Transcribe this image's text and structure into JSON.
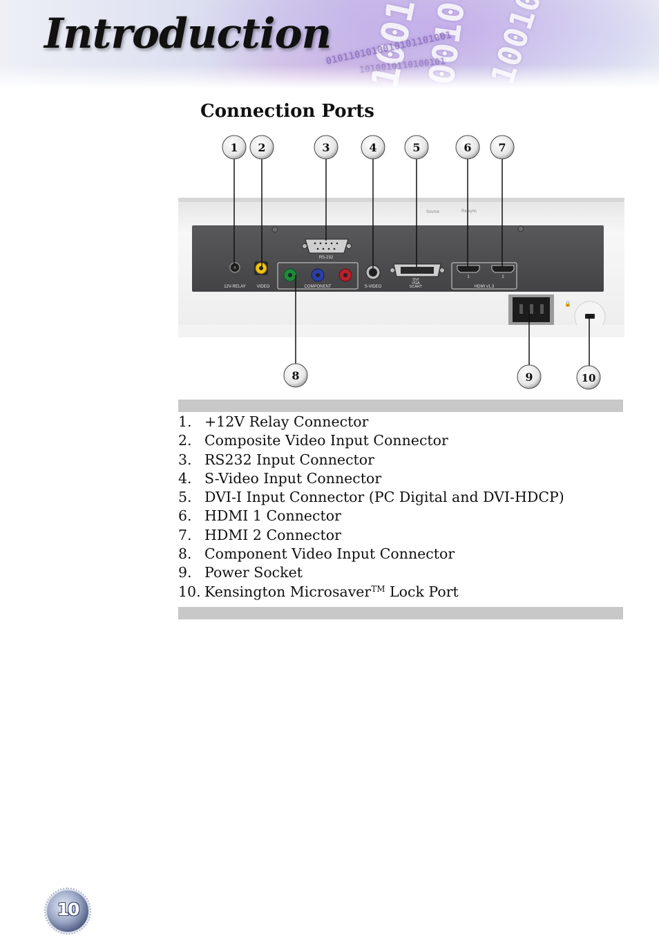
{
  "header": {
    "title": "Introduction"
  },
  "section": {
    "heading": "Connection Ports"
  },
  "panel_labels": {
    "relay": "12V-RELAY",
    "video": "VIDEO",
    "rs232": "RS-232",
    "component": "COMPONENT",
    "svideo": "S-VIDEO",
    "dvi_line1": "DVI",
    "dvi_line2": "VGA",
    "dvi_line3": "SCART",
    "hdmi1": "1",
    "hdmi2": "2",
    "hdmi_ver": "HDMI v1.3",
    "source": "Source",
    "resync": "Re-sync"
  },
  "callouts": [
    "1",
    "2",
    "3",
    "4",
    "5",
    "6",
    "7",
    "8",
    "9",
    "10"
  ],
  "ports": [
    {
      "num": "1.",
      "label": "+12V Relay Connector"
    },
    {
      "num": "2.",
      "label": "Composite Video Input Connector"
    },
    {
      "num": "3.",
      "label": "RS232 Input Connector"
    },
    {
      "num": "4.",
      "label": "S-Video Input Connector"
    },
    {
      "num": "5.",
      "label": "DVI-I Input Connector (PC Digital and DVI-HDCP)"
    },
    {
      "num": "6.",
      "label": "HDMI 1 Connector"
    },
    {
      "num": "7.",
      "label": "HDMI 2 Connector"
    },
    {
      "num": "8.",
      "label": "Component Video Input Connector"
    },
    {
      "num": "9.",
      "label": "Power Socket"
    },
    {
      "num": "10.",
      "label": "Kensington Microsaver",
      "sup": "TM",
      "suffix": " Lock Port"
    }
  ],
  "page_number": "10",
  "colors": {
    "panel": "#4d4d4f",
    "housing": "#efefef",
    "bar": "#c8c8c8",
    "callout_fill": "#f2f2f2"
  }
}
